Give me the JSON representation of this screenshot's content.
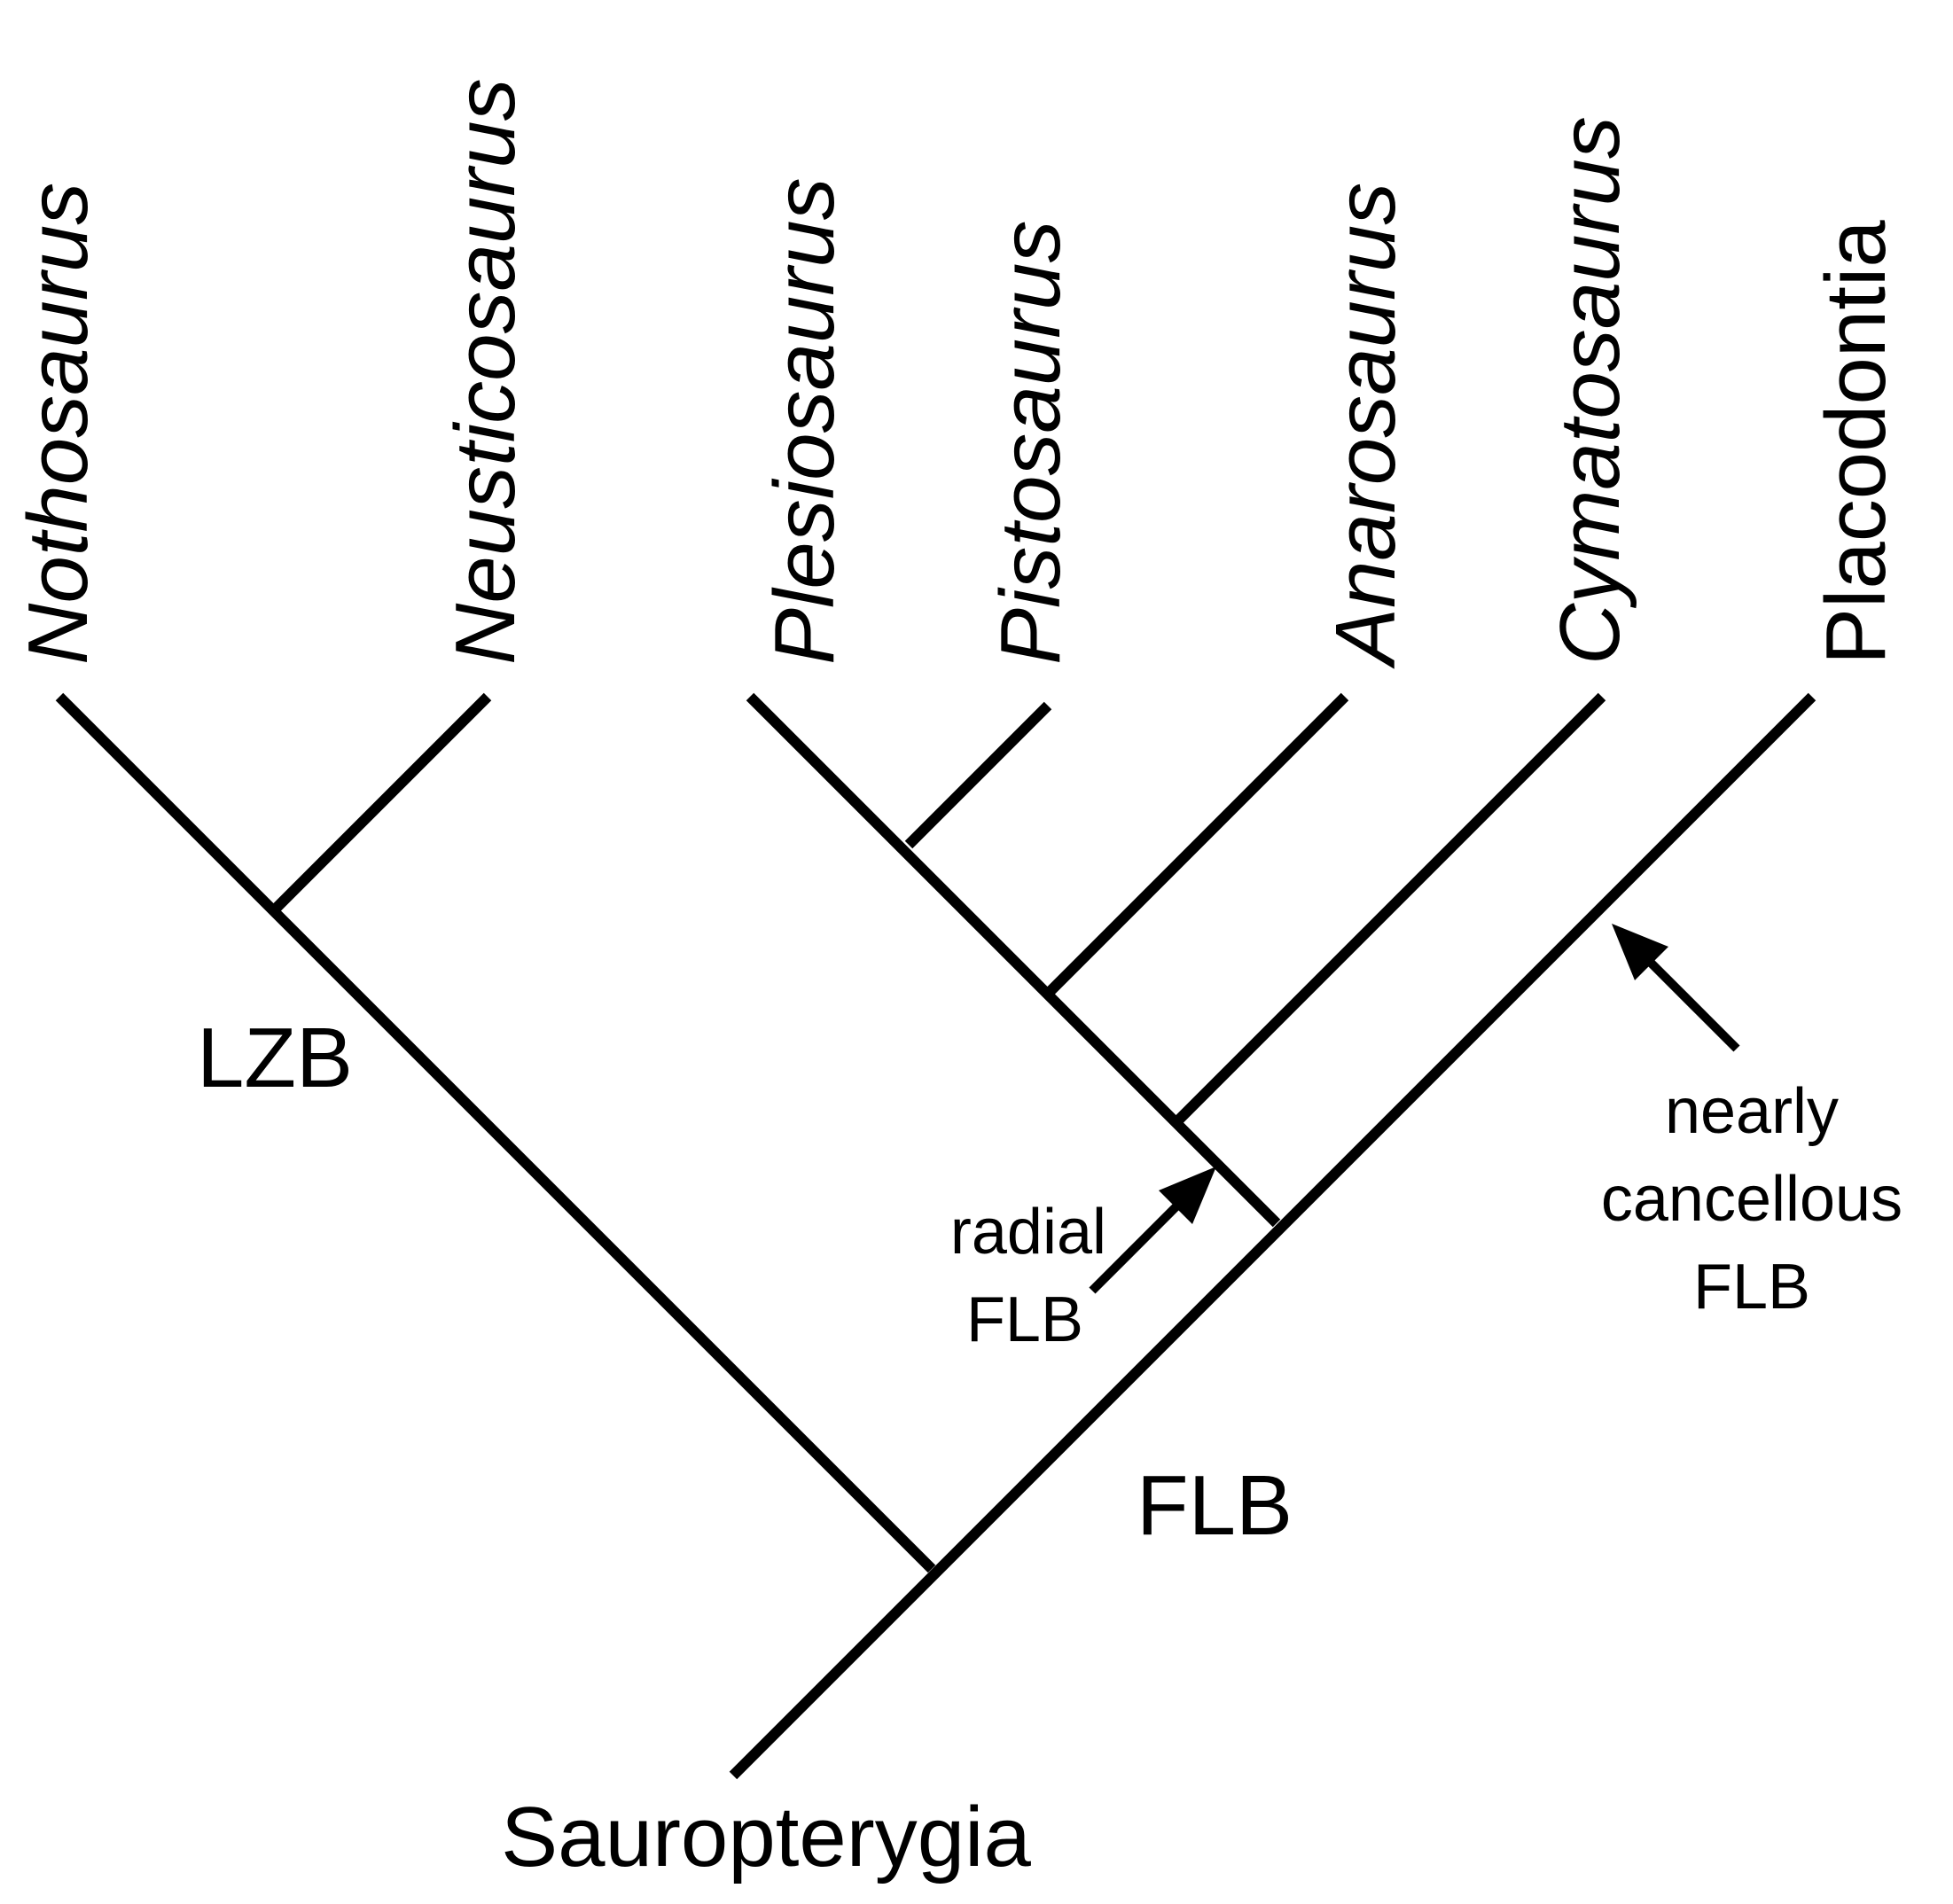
{
  "taxa": [
    "Nothosaurus",
    "Neusticosaurus",
    "Plesiosaurus",
    "Pistosaurus",
    "Anarosaurus",
    "Cymatosaurus",
    "Placodontia"
  ],
  "root_label": "Sauropterygia",
  "node_labels": {
    "lzb": "LZB",
    "flb": "FLB"
  },
  "annotations": {
    "radial": [
      "radial",
      "FLB"
    ],
    "cancellous": [
      "nearly",
      "cancellous",
      "FLB"
    ]
  }
}
